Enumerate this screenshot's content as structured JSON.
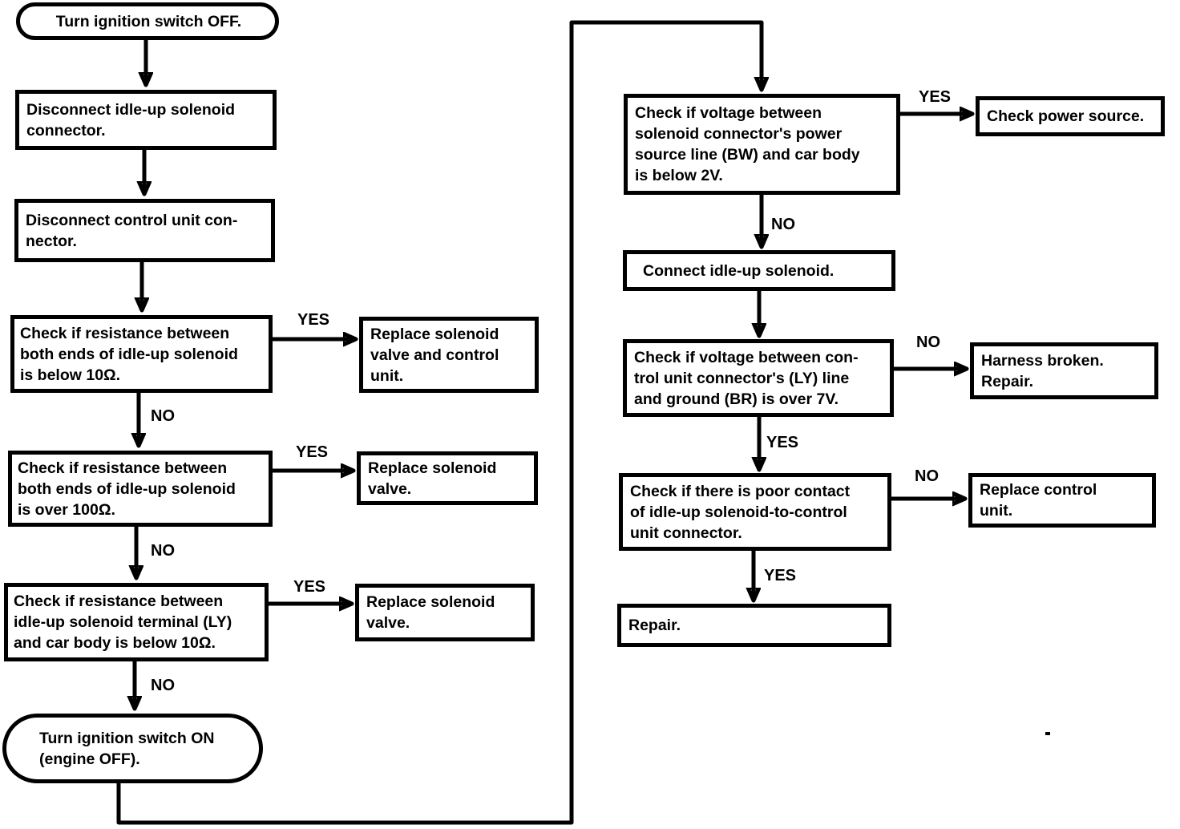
{
  "colors": {
    "ink": "#000000",
    "background": "#ffffff"
  },
  "labels": {
    "yes": "YES",
    "no": "NO"
  },
  "nodes": {
    "start": {
      "shape": "terminator",
      "text": "Turn ignition switch OFF."
    },
    "disconnect_solenoid": {
      "shape": "process",
      "text": "Disconnect idle-up solenoid\nconnector."
    },
    "disconnect_control_unit": {
      "shape": "process",
      "text": "Disconnect control unit con-\nnector."
    },
    "check_resistance_below_10ohm": {
      "shape": "decision",
      "text": "Check if resistance between\nboth ends of idle-up solenoid\nis below 10Ω."
    },
    "replace_valve_and_control_unit": {
      "shape": "process",
      "text": "Replace solenoid\nvalve and control\nunit."
    },
    "check_resistance_over_100ohm": {
      "shape": "decision",
      "text": "Check if resistance between\nboth ends of idle-up solenoid\nis over 100Ω."
    },
    "replace_valve_1": {
      "shape": "process",
      "text": "Replace solenoid\nvalve."
    },
    "check_resistance_terminal_body": {
      "shape": "decision",
      "text": "Check if resistance between\nidle-up solenoid terminal (LY)\nand car body is below 10Ω."
    },
    "replace_valve_2": {
      "shape": "process",
      "text": "Replace solenoid\nvalve."
    },
    "ignition_on": {
      "shape": "terminator",
      "text": "Turn ignition switch ON\n(engine OFF)."
    },
    "check_voltage_power_source": {
      "shape": "decision",
      "text": "Check if voltage between\nsolenoid connector's power\nsource line (BW) and car body\nis below 2V."
    },
    "check_power_source": {
      "shape": "process",
      "text": "Check power source."
    },
    "connect_solenoid": {
      "shape": "process",
      "text": "Connect idle-up solenoid."
    },
    "check_voltage_control_unit": {
      "shape": "decision",
      "text": "Check if voltage between con-\ntrol unit connector's (LY) line\nand ground (BR) is over 7V."
    },
    "harness_broken": {
      "shape": "process",
      "text": "Harness broken.\nRepair."
    },
    "check_poor_contact": {
      "shape": "decision",
      "text": "Check if there is poor contact\nof idle-up solenoid-to-control\nunit connector."
    },
    "replace_control_unit": {
      "shape": "process",
      "text": "Replace control\nunit."
    },
    "repair": {
      "shape": "process",
      "text": "Repair."
    }
  },
  "artifacts": {
    "stray_mark": "."
  }
}
